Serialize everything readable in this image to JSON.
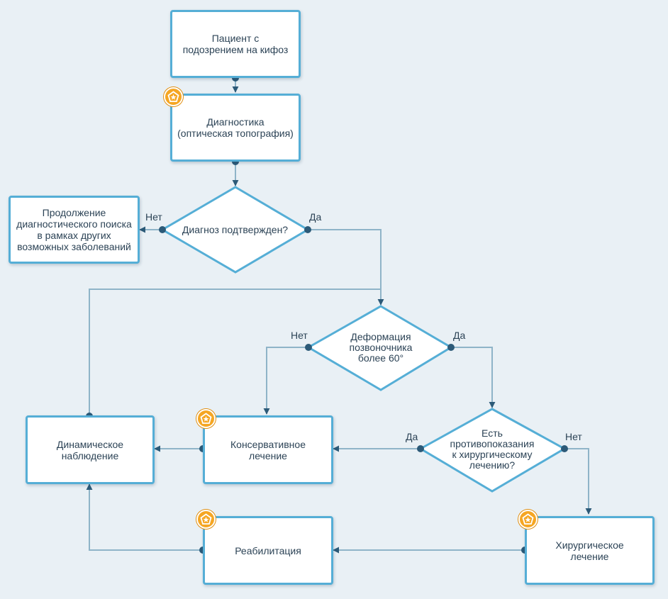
{
  "nodes": {
    "patient": "Пациент с\nподозрением на кифоз",
    "diagnostics": "Диагностика\n(оптическая топография)",
    "diagnosis_confirmed": "Диагноз подтвержден?",
    "continue_search": "Продолжение\nдиагностического поиска\nв рамках других\nвозможных заболеваний",
    "deformation": "Деформация\nпозвоночника\nболее 60°",
    "contraindications": "Есть\nпротивопоказания\nк хирургическому\nлечению?",
    "dynamic_observation": "Динамическое\nнаблюдение",
    "conservative_treatment": "Консервативное\nлечение",
    "rehabilitation": "Реабилитация",
    "surgical_treatment": "Хирургическое\nлечение"
  },
  "edge_labels": {
    "diagnosis_no": "Нет",
    "diagnosis_yes": "Да",
    "deformation_no": "Нет",
    "deformation_yes": "Да",
    "contra_yes": "Да",
    "contra_no": "Нет"
  },
  "icons": {
    "badge": "pentagon-star-badge-icon"
  },
  "colors": {
    "background": "#e9f0f5",
    "box_border": "#55aed6",
    "line": "#8fb4c8",
    "connector": "#2c5a78",
    "badge": "#f5a623"
  }
}
